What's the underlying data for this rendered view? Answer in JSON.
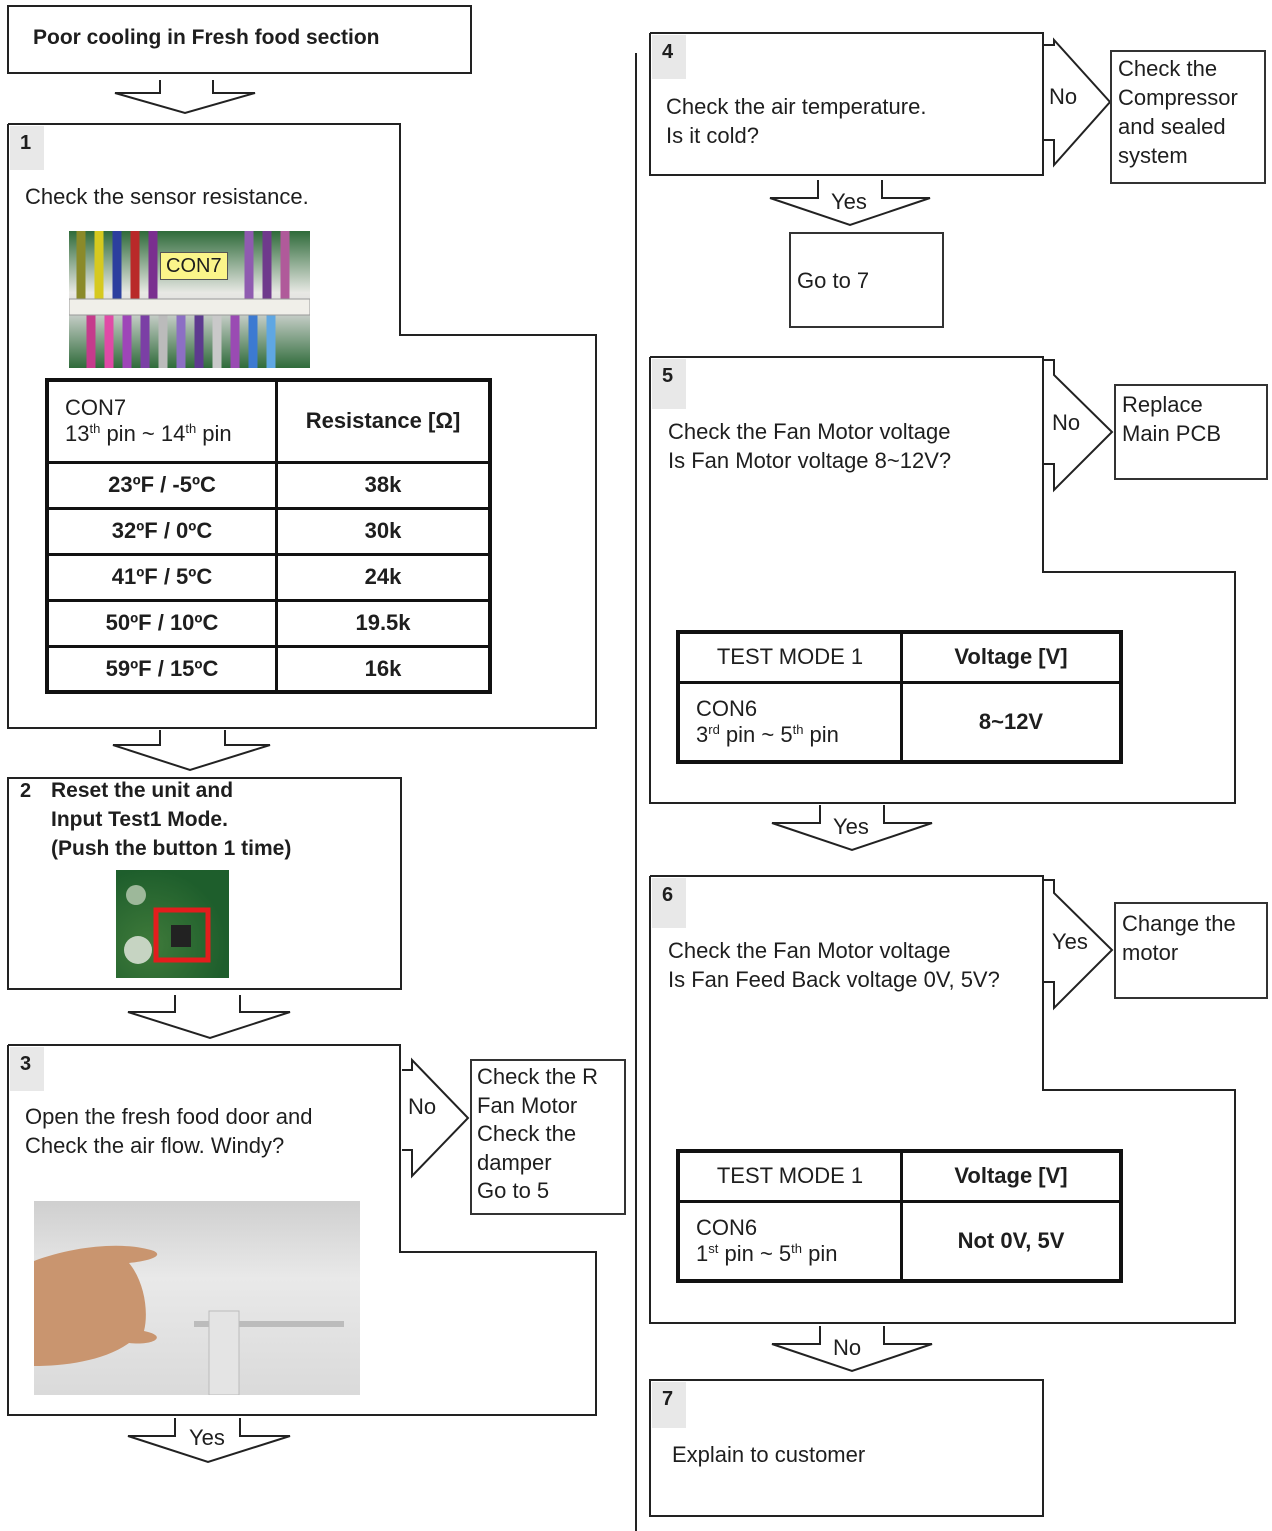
{
  "title": "Poor cooling in Fresh food section",
  "steps": {
    "s1": {
      "num": "1",
      "text": "Check the sensor resistance.",
      "photo_label": "CON7"
    },
    "s2": {
      "num": "2",
      "line1": "Reset the unit and",
      "line2": "Input Test1  Mode.",
      "line3": "(Push the button  1 time)"
    },
    "s3": {
      "num": "3",
      "line1": "Open the fresh food door and",
      "line2": "Check the air flow. Windy?"
    },
    "s4": {
      "num": "4",
      "line1": "Check the air temperature.",
      "line2": "Is it cold?"
    },
    "s5": {
      "num": "5",
      "line1": "Check the Fan Motor voltage",
      "line2": "Is Fan Motor voltage  8~12V?"
    },
    "s6": {
      "num": "6",
      "line1": "Check the Fan Motor voltage",
      "line2": "Is Fan Feed Back voltage 0V, 5V?"
    },
    "s7": {
      "num": "7",
      "text": "Explain to customer"
    }
  },
  "sensor_table": {
    "header_left_line1": "CON7",
    "header_left_pin_a": "13",
    "header_left_pin_a_sup": "th",
    "header_left_mid": " pin ~ 14",
    "header_left_pin_b_sup": "th",
    "header_left_end": " pin",
    "header_right": "Resistance  [Ω]",
    "rows": [
      {
        "temp": "23ºF / -5ºC",
        "value": "38k"
      },
      {
        "temp": "32ºF / 0ºC",
        "value": "30k"
      },
      {
        "temp": "41ºF / 5ºC",
        "value": "24k"
      },
      {
        "temp": "50ºF / 10ºC",
        "value": "19.5k"
      },
      {
        "temp": "59ºF / 15ºC",
        "value": "16k"
      }
    ]
  },
  "table5": {
    "h_left": "TEST MODE 1",
    "h_right": "Voltage [V]",
    "con": "CON6",
    "pin_a": "3",
    "pin_a_sup": "rd",
    "mid": " pin ~ 5",
    "pin_b_sup": "th",
    "end": " pin",
    "value": "8~12V"
  },
  "table6": {
    "h_left": "TEST MODE 1",
    "h_right": "Voltage [V]",
    "con": "CON6",
    "pin_a": "1",
    "pin_a_sup": "st",
    "mid": " pin ~ 5",
    "pin_b_sup": "th",
    "end": " pin",
    "value": "Not 0V, 5V"
  },
  "side_boxes": {
    "s3": [
      "Check the R",
      "Fan Motor",
      "Check the",
      "damper",
      "Go to 5"
    ],
    "s4": [
      "Check the",
      "Compressor",
      "and sealed",
      "system"
    ],
    "s4_yes": "Go to 7",
    "s5": [
      "Replace",
      "Main PCB"
    ],
    "s6": [
      "Change the",
      "motor"
    ]
  },
  "arrow_labels": {
    "s3_right": "No",
    "s3_down": "Yes",
    "s4_right": "No",
    "s4_down": "Yes",
    "s5_right": "No",
    "s5_down": "Yes",
    "s6_right": "Yes",
    "s6_down": "No"
  }
}
